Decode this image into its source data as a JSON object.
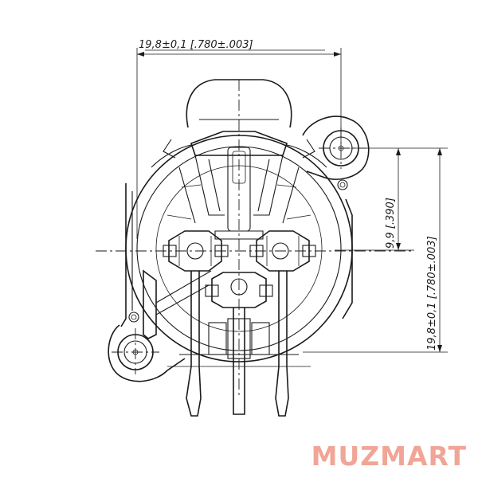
{
  "dimensions": {
    "width": "19,8±0,1 [.780±.003]",
    "half_height": "9,9 [.390]",
    "height": "19,8±0,1 [.780±.003]"
  },
  "watermark": "MUZMART",
  "colors": {
    "line": "#1a1a1a",
    "watermark": "#f1a596"
  }
}
